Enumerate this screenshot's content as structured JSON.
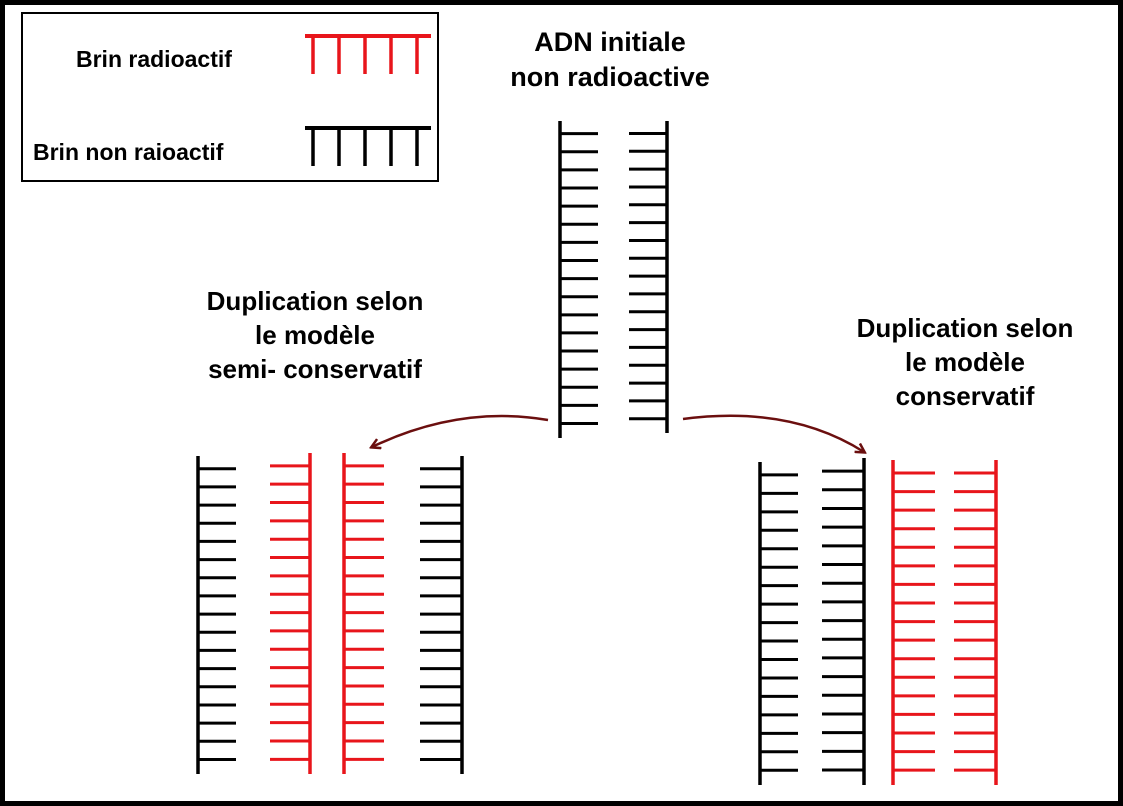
{
  "legend": {
    "radioactive_label": "Brin radioactif",
    "non_radioactive_label": "Brin non raioactif"
  },
  "colors": {
    "radioactive": "#e8151b",
    "non_radioactive": "#000000",
    "arrow": "#6b0f0f"
  },
  "initial_dna": {
    "title_lines": [
      "ADN initiale",
      "non radioactive"
    ],
    "strands": [
      "non_radioactive",
      "non_radioactive"
    ]
  },
  "semi_conservative": {
    "title_lines": [
      "Duplication selon",
      "le modèle",
      "semi- conservatif"
    ],
    "molecules": [
      {
        "strands": [
          "non_radioactive",
          "radioactive"
        ]
      },
      {
        "strands": [
          "radioactive",
          "non_radioactive"
        ]
      }
    ]
  },
  "conservative": {
    "title_lines": [
      "Duplication selon",
      "le modèle",
      "conservatif"
    ],
    "molecules": [
      {
        "strands": [
          "non_radioactive",
          "non_radioactive"
        ]
      },
      {
        "strands": [
          "radioactive",
          "radioactive"
        ]
      }
    ]
  }
}
